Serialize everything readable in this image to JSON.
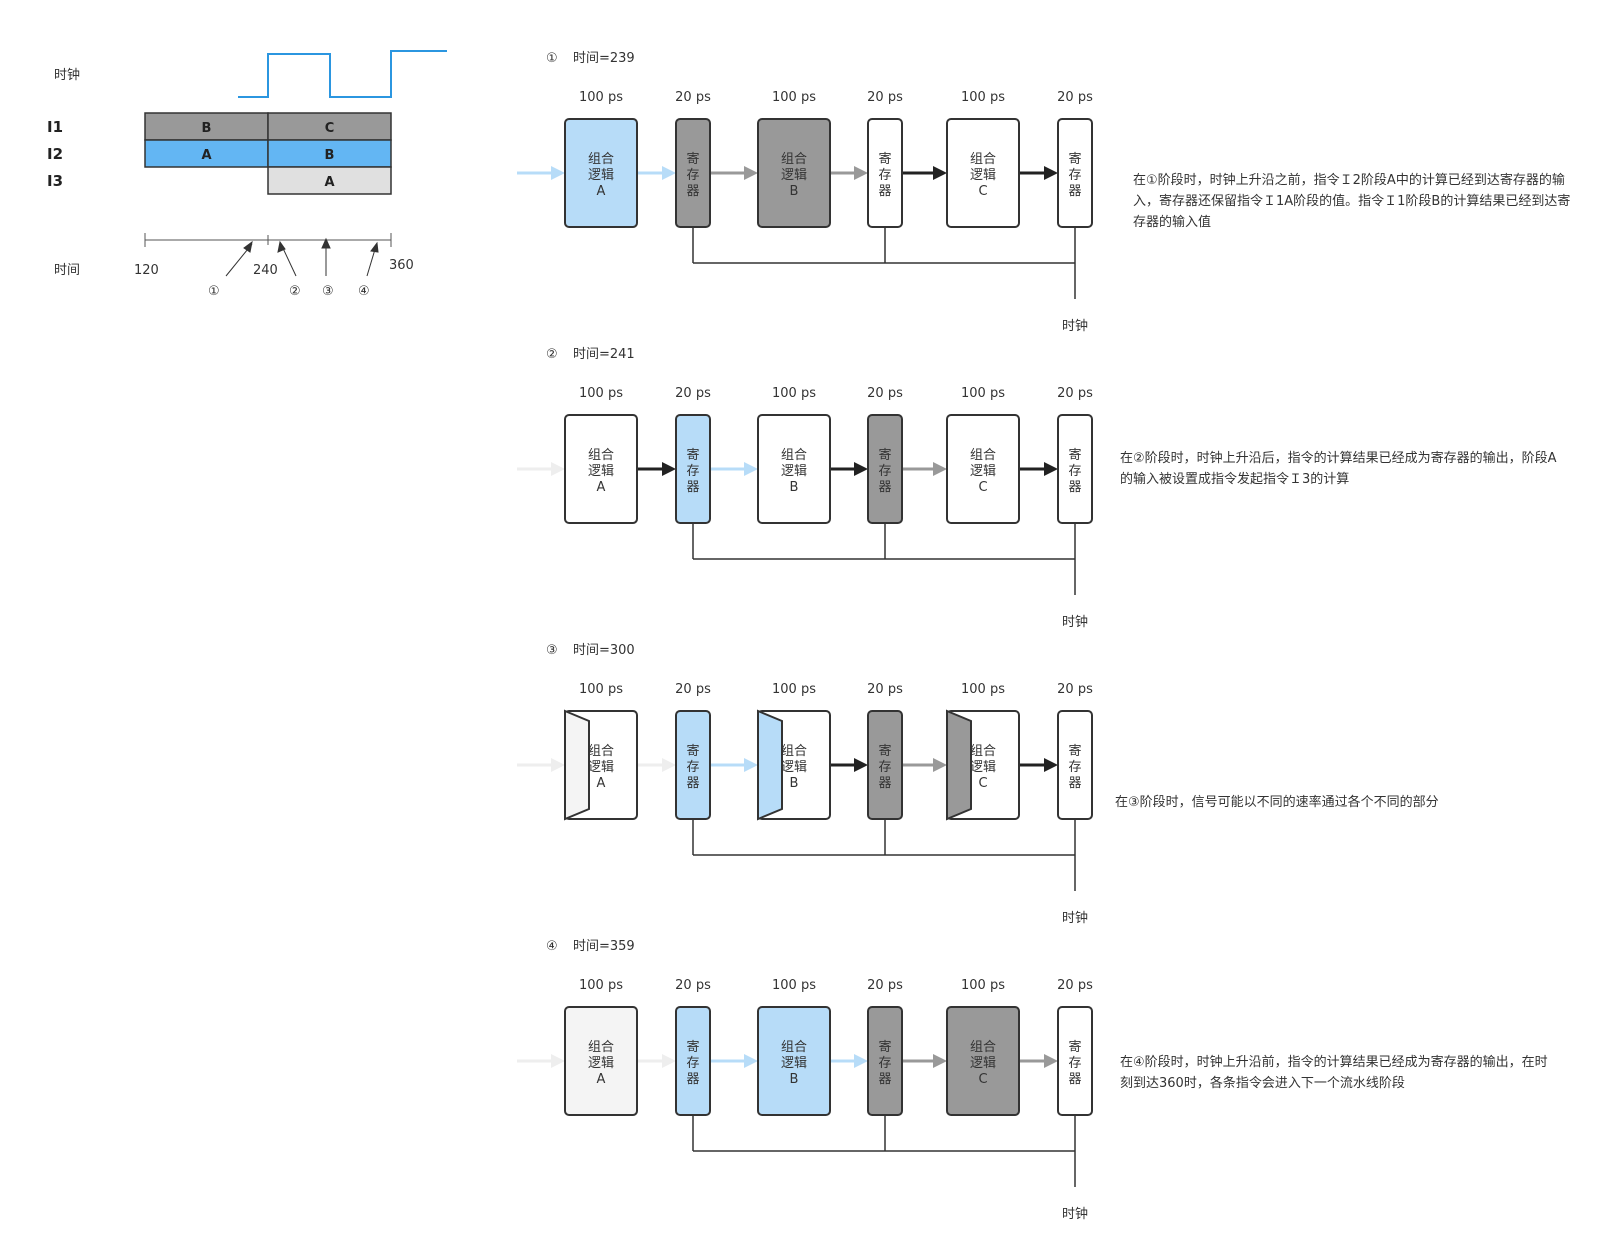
{
  "timing": {
    "clock_label": "时钟",
    "time_label": "时间",
    "rows": [
      {
        "label": "I1",
        "segments": [
          {
            "text": "B",
            "color": "#999999",
            "col": 0
          },
          {
            "text": "C",
            "color": "#999999",
            "col": 1
          }
        ]
      },
      {
        "label": "I2",
        "segments": [
          {
            "text": "A",
            "color": "#63b6f3",
            "col": 0
          },
          {
            "text": "B",
            "color": "#63b6f3",
            "col": 1
          }
        ]
      },
      {
        "label": "I3",
        "segments": [
          {
            "text": "A",
            "color": "#e0e0e0",
            "col": 1
          }
        ]
      }
    ],
    "ticks": [
      "120",
      "240",
      "360"
    ],
    "markers": [
      "①",
      "②",
      "③",
      "④"
    ]
  },
  "colors": {
    "blue": "#b7dcf8",
    "gray": "#999999",
    "light": "#f4f4f4",
    "white": "#ffffff",
    "clock": "#2b96e0"
  },
  "stage_labels": {
    "logic_line1": "组合",
    "logic_line2": "逻辑",
    "reg_chars": [
      "寄",
      "存",
      "器"
    ],
    "clock": "时钟"
  },
  "latencies": [
    "100 ps",
    "20 ps",
    "100 ps",
    "20 ps",
    "100 ps",
    "20 ps"
  ],
  "panels": [
    {
      "marker": "①",
      "time": "时间=239",
      "blocks": [
        {
          "kind": "logic",
          "letter": "A",
          "fill": "blue"
        },
        {
          "kind": "reg",
          "fill": "gray"
        },
        {
          "kind": "logic",
          "letter": "B",
          "fill": "gray"
        },
        {
          "kind": "reg",
          "fill": "white"
        },
        {
          "kind": "logic",
          "letter": "C",
          "fill": "white"
        },
        {
          "kind": "reg",
          "fill": "white"
        }
      ],
      "arrows": [
        "blue",
        "blue",
        "gray",
        "gray",
        "black",
        "black"
      ],
      "note": "在①阶段时，时钟上升沿之前，指令Ｉ2阶段A中的计算已经到达寄存器的输入，寄存器还保留指令Ｉ1A阶段的值。指令Ｉ1阶段B的计算结果已经到达寄存器的输入值"
    },
    {
      "marker": "②",
      "time": "时间=241",
      "blocks": [
        {
          "kind": "logic",
          "letter": "A",
          "fill": "white"
        },
        {
          "kind": "reg",
          "fill": "blue"
        },
        {
          "kind": "logic",
          "letter": "B",
          "fill": "white"
        },
        {
          "kind": "reg",
          "fill": "gray"
        },
        {
          "kind": "logic",
          "letter": "C",
          "fill": "white"
        },
        {
          "kind": "reg",
          "fill": "white"
        }
      ],
      "arrows": [
        "faint",
        "black",
        "blue",
        "black",
        "gray",
        "black"
      ],
      "note": "在②阶段时，时钟上升沿后，指令的计算结果已经成为寄存器的输出，阶段A的输入被设置成指令发起指令Ｉ3的计算"
    },
    {
      "marker": "③",
      "time": "时间=300",
      "blocks": [
        {
          "kind": "logic",
          "letter": "A",
          "fill": "white",
          "wedge": "light"
        },
        {
          "kind": "reg",
          "fill": "blue"
        },
        {
          "kind": "logic",
          "letter": "B",
          "fill": "white",
          "wedge": "blue"
        },
        {
          "kind": "reg",
          "fill": "gray"
        },
        {
          "kind": "logic",
          "letter": "C",
          "fill": "white",
          "wedge": "gray"
        },
        {
          "kind": "reg",
          "fill": "white"
        }
      ],
      "arrows": [
        "faint",
        "faint",
        "blue",
        "black",
        "gray",
        "black"
      ],
      "note": "在③阶段时，信号可能以不同的速率通过各个不同的部分"
    },
    {
      "marker": "④",
      "time": "时间=359",
      "blocks": [
        {
          "kind": "logic",
          "letter": "A",
          "fill": "light"
        },
        {
          "kind": "reg",
          "fill": "blue"
        },
        {
          "kind": "logic",
          "letter": "B",
          "fill": "blue"
        },
        {
          "kind": "reg",
          "fill": "gray"
        },
        {
          "kind": "logic",
          "letter": "C",
          "fill": "gray"
        },
        {
          "kind": "reg",
          "fill": "white"
        }
      ],
      "arrows": [
        "faint",
        "faint",
        "blue",
        "blue",
        "gray",
        "gray"
      ],
      "note": "在④阶段时，时钟上升沿前，指令的计算结果已经成为寄存器的输出，在时刻到达360时，各条指令会进入下一个流水线阶段"
    }
  ]
}
